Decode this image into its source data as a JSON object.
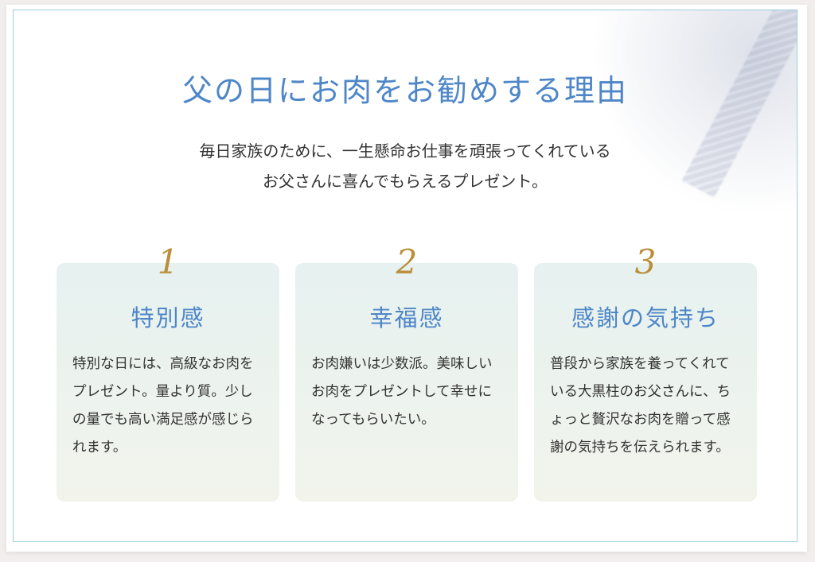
{
  "title": "父の日にお肉をお勧めする理由",
  "lead": [
    "毎日家族のために、一生懸命お仕事を頑張ってくれている",
    "お父さんに喜んでもらえるプレゼント。"
  ],
  "cards": [
    {
      "number": "1",
      "title": "特別感",
      "text": "特別な日には、高級なお肉をプレゼント。量より質。少しの量でも高い満足感が感じられます。"
    },
    {
      "number": "2",
      "title": "幸福感",
      "text": "お肉嫌いは少数派。美味しいお肉をプレゼントして幸せになってもらいたい。"
    },
    {
      "number": "3",
      "title": "感謝の気持ち",
      "text": "普段から家族を養ってくれている大黒柱のお父さんに、ちょっと贅沢なお肉を贈って感謝の気持ちを伝えられます。"
    }
  ],
  "colors": {
    "accent": "#4e86c8",
    "number": "#b98f3a",
    "border": "#9ccbe0"
  }
}
